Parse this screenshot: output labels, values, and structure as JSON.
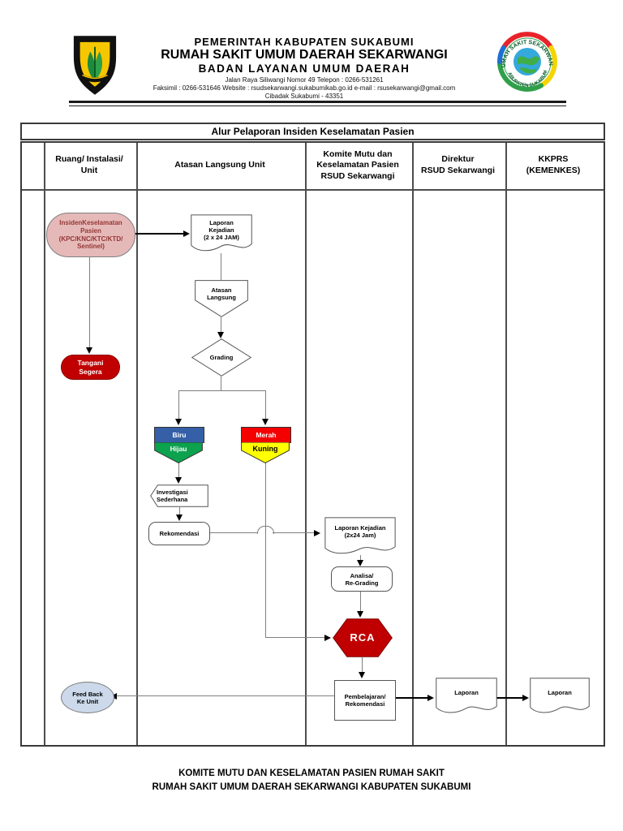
{
  "header": {
    "org_line1": "PEMERINTAH  KABUPATEN  SUKABUMI",
    "org_line2": "RUMAH SAKIT UMUM DAERAH SEKARWANGI",
    "org_line3": "BADAN  LAYANAN  UMUM  DAERAH",
    "address_line1": "Jalan Raya Siliwangi Nomor 49 Telepon : 0266-531261",
    "address_line2": "Faksimil : 0266-531646 Website : rsudsekarwangi.sukabumikab.go.id e-mail : rsusekarwangi@gmail.com",
    "address_line3": "Cibadak Sukabumi - 43351",
    "right_logo_text_top": "RUMAH SAKIT SEKARWANGI",
    "right_logo_text_bottom": "KABUPATEN SUKABUMI"
  },
  "flowchart": {
    "title": "Alur Pelaporan Insiden Keselamatan Pasien",
    "columns": [
      "",
      "Ruang/ Instalasi/\nUnit",
      "Atasan Langsung Unit",
      "Komite Mutu dan\nKeselamatan Pasien\nRSUD Sekarwangi",
      "Direktur\nRSUD Sekarwangi",
      "KKPRS\n(KEMENKES)"
    ],
    "nodes": {
      "insiden": "InsidenKeselamatan\nPasien\n(KPC/KNC/KTC/KTD/\nSentinel)",
      "laporan_kejadian_1": "Laporan\nKejadian\n(2 x 24 JAM)",
      "atasan_langsung": "Atasan\nLangsung",
      "grading": "Grading",
      "tangani_segera": "Tangani\nSegera",
      "biru": "Biru",
      "hijau": "Hijau",
      "merah": "Merah",
      "kuning": "Kuning",
      "investigasi": "Investigasi\nSederhana",
      "rekomendasi": "Rekomendasi",
      "laporan_kejadian_2": "Laporan Kejadian\n(2x24 Jam)",
      "analisa": "Analisa/\nRe-Grading",
      "rca": "RCA",
      "pembelajaran": "Pembelajaran/\nRekomendasi",
      "feedback": "Feed Back\nKe Unit",
      "laporan_direktur": "Laporan",
      "laporan_kkprs": "Laporan"
    }
  },
  "footer": {
    "line1": "KOMITE MUTU DAN KESELAMATAN PASIEN RUMAH SAKIT",
    "line2": "RUMAH SAKIT UMUM DAERAH SEKARWANGI KABUPATEN SUKABUMI"
  },
  "colors": {
    "incident_fill": "#E5B9B8",
    "incident_text": "#943634",
    "action_red": "#C00000",
    "grade_blue": "#3560A8",
    "grade_green": "#0CA24E",
    "grade_red": "#F40000",
    "grade_yellow": "#FFFF00",
    "feedback_blue": "#CBD9EA"
  }
}
